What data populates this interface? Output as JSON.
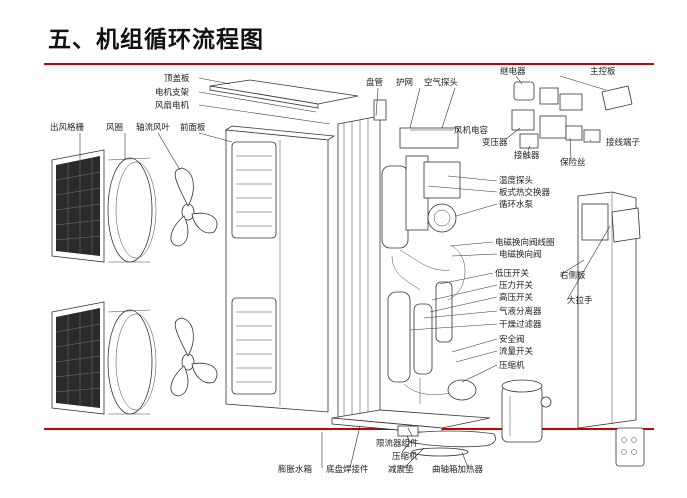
{
  "page": {
    "title": "五、机组循环流程图",
    "accent_color": "#cc0000"
  },
  "labels": {
    "top_cover": "顶盖板",
    "motor_bracket": "电机支架",
    "fan_motor": "风扇电机",
    "outlet_grille": "出风格栅",
    "fan_ring": "风圈",
    "axial_fan_blade": "轴流风叶",
    "front_panel": "前面板",
    "coil": "盘管",
    "guard_net": "护网",
    "air_probe": "空气探头",
    "relay": "继电器",
    "main_control_board": "主控板",
    "fan_capacitor": "风机电容",
    "transformer": "变压器",
    "contactor": "接触器",
    "fuse": "保险丝",
    "terminal_block": "接线端子",
    "temperature_probe": "温度探头",
    "plate_heat_exchanger": "板式热交换器",
    "circulating_pump": "循环水泵",
    "solenoid_valve_coil": "电磁换向阀线圈",
    "solenoid_valve": "电磁换向阀",
    "low_pressure_switch": "低压开关",
    "pressure_switch": "压力开关",
    "high_pressure_switch": "高压开关",
    "gas_liquid_separator": "气液分离器",
    "dry_filter": "干燥过滤器",
    "right_side_panel": "右侧板",
    "handle": "大拉手",
    "safety_valve": "安全阀",
    "flow_switch": "流量开关",
    "compressor": "压缩机",
    "throttle_assembly": "限流器组件",
    "compressor2": "压缩机",
    "expansion_tank": "膨胀水箱",
    "chassis_assembly": "底盘焊接件",
    "shock_pad": "减震垫",
    "crankcase_heater": "曲轴箱加热器"
  }
}
